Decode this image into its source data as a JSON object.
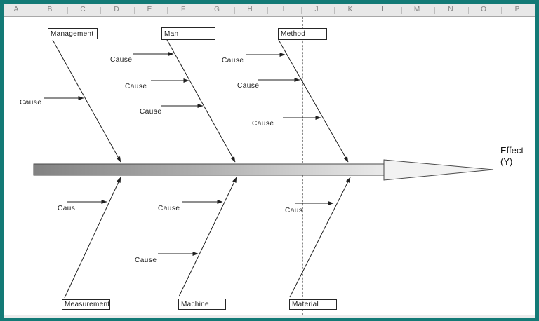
{
  "app": {
    "name": "spreadsheet-fishbone-template",
    "window_border_color": "#137a76",
    "header_bg_color": "#e8e8e8",
    "header_text_color": "#808080",
    "line_color": "#1f1f1f"
  },
  "column_headers": [
    "A",
    "B",
    "C",
    "D",
    "E",
    "F",
    "G",
    "H",
    "I",
    "J",
    "K",
    "L",
    "M",
    "N",
    "O",
    "P"
  ],
  "diagram": {
    "type": "fishbone-ishikawa",
    "effect": {
      "line1": "Effect",
      "line2": "(Y)"
    },
    "categories": [
      {
        "id": "management",
        "label": "Management",
        "position": "top"
      },
      {
        "id": "man",
        "label": "Man",
        "position": "top"
      },
      {
        "id": "method",
        "label": "Method",
        "position": "top"
      },
      {
        "id": "measurement",
        "label": "Measurement",
        "position": "bottom"
      },
      {
        "id": "machine",
        "label": "Machine",
        "position": "bottom"
      },
      {
        "id": "material",
        "label": "Material",
        "position": "bottom"
      }
    ],
    "causes": [
      {
        "branch": "management",
        "text": "Cause"
      },
      {
        "branch": "man",
        "text": "Cause"
      },
      {
        "branch": "man",
        "text": "Cause"
      },
      {
        "branch": "man",
        "text": "Cause"
      },
      {
        "branch": "method",
        "text": "Cause"
      },
      {
        "branch": "method",
        "text": "Cause"
      },
      {
        "branch": "method",
        "text": "Cause"
      },
      {
        "branch": "measurement",
        "text": "Caus"
      },
      {
        "branch": "machine",
        "text": "Cause"
      },
      {
        "branch": "machine",
        "text": "Cause"
      },
      {
        "branch": "material",
        "text": "Caus"
      }
    ]
  }
}
